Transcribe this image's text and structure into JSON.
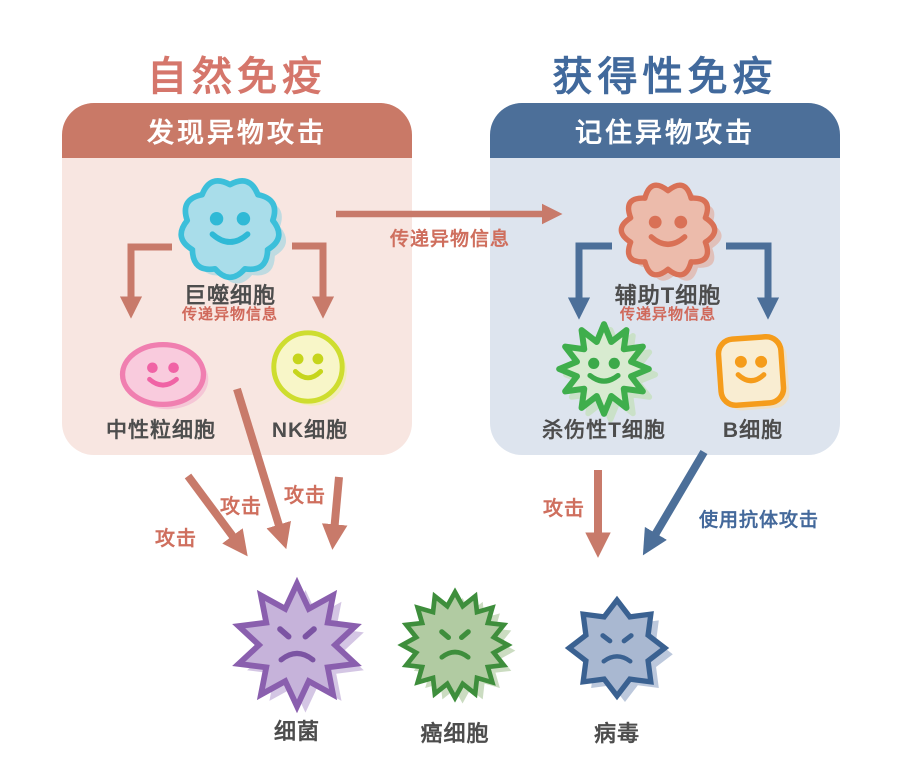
{
  "palette": {
    "innate_accent": "#C97967",
    "innate_panel_bg": "#F8E6E1",
    "innate_title": "#D5766B",
    "adaptive_accent": "#4C6F99",
    "adaptive_panel_bg": "#DDE4EE",
    "adaptive_title": "#41699C",
    "attack_text": "#CF6F5E",
    "cell_label_text": "#4D4D4D",
    "macrophage": {
      "fill": "#A9DDEA",
      "stroke": "#3CBFDA"
    },
    "neutrophil": {
      "fill": "#F9CBDD",
      "stroke": "#F07FB0"
    },
    "nk_cell": {
      "fill": "#F8F6C8",
      "stroke": "#CEDD2F"
    },
    "helper_t": {
      "fill": "#ECBBAB",
      "stroke": "#D97156"
    },
    "killer_t": {
      "fill": "#D8EBD0",
      "stroke": "#3FAE4C"
    },
    "b_cell": {
      "fill": "#F9EDD2",
      "stroke": "#F59C1B"
    },
    "bacteria": {
      "fill": "#C6B3DA",
      "stroke": "#8A5FAE"
    },
    "cancer": {
      "fill": "#B1CBA2",
      "stroke": "#3E8E3C"
    },
    "virus": {
      "fill": "#A9B8D1",
      "stroke": "#3A6191"
    }
  },
  "innate": {
    "title": "自然免疫",
    "header": "发现异物攻击",
    "macrophage": {
      "label": "巨噬细胞",
      "sublabel": "传递异物信息"
    },
    "neutrophil": {
      "label": "中性粒细胞"
    },
    "nk_cell": {
      "label": "NK细胞"
    }
  },
  "adaptive": {
    "title": "获得性免疫",
    "header": "记住异物攻击",
    "helper_t": {
      "label": "辅助T细胞",
      "sublabel": "传递异物信息"
    },
    "killer_t": {
      "label": "杀伤性T细胞"
    },
    "b_cell": {
      "label": "B细胞"
    }
  },
  "arrows": {
    "transfer_label": "传递异物信息",
    "attack_from_neutrophil": "攻击",
    "attack_from_macrophage": "攻击",
    "attack_from_nk": "攻击",
    "attack_from_killer_t": "攻击",
    "attack_with_antibody": "使用抗体攻击"
  },
  "pathogens": {
    "bacteria": {
      "label": "细菌"
    },
    "cancer": {
      "label": "癌细胞"
    },
    "virus": {
      "label": "病毒"
    }
  }
}
